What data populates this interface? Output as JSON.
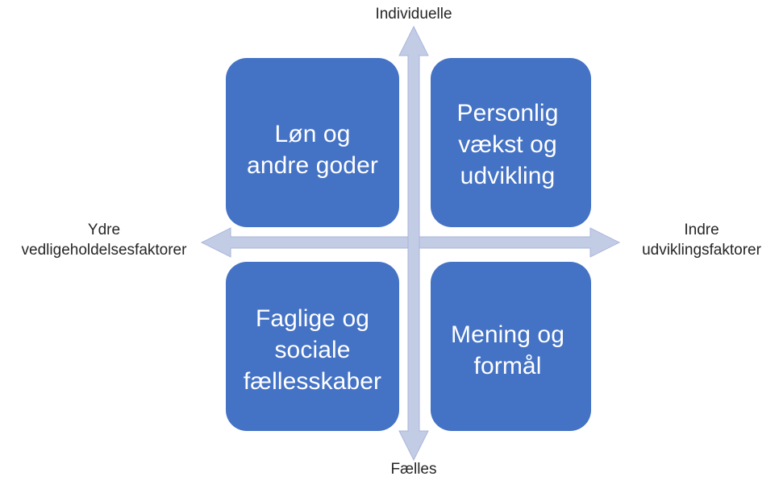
{
  "diagram": {
    "title_text": "",
    "colors": {
      "box_fill": "#4472C4",
      "box_text": "#FFFFFF",
      "arrow_fill": "#C3CCE5",
      "arrow_stroke": "#A9B5D9",
      "label_text": "#262626",
      "background": "#FFFFFF"
    }
  },
  "axes": {
    "vertical": {
      "top_label": "Individuelle",
      "bottom_label": "Fælles"
    },
    "horizontal": {
      "left_label": "Ydre\nvedligeholdelsesfaktorer",
      "right_label": "Indre\nudviklingsfaktorer"
    }
  },
  "quadrants": [
    {
      "id": "top-left",
      "label": "Løn og\nandre goder",
      "axis_position": "individuelle / ydre vedligeholdelsesfaktorer"
    },
    {
      "id": "top-right",
      "label": "Personlig\nvækst og\nudvikling",
      "axis_position": "individuelle / indre udviklingsfaktorer"
    },
    {
      "id": "bottom-left",
      "label": "Faglige og\nsociale\nfællesskaber",
      "axis_position": "fælles / ydre vedligeholdelsesfaktorer"
    },
    {
      "id": "bottom-right",
      "label": "Mening og\nformål",
      "axis_position": "fælles / indre udviklingsfaktorer"
    }
  ]
}
